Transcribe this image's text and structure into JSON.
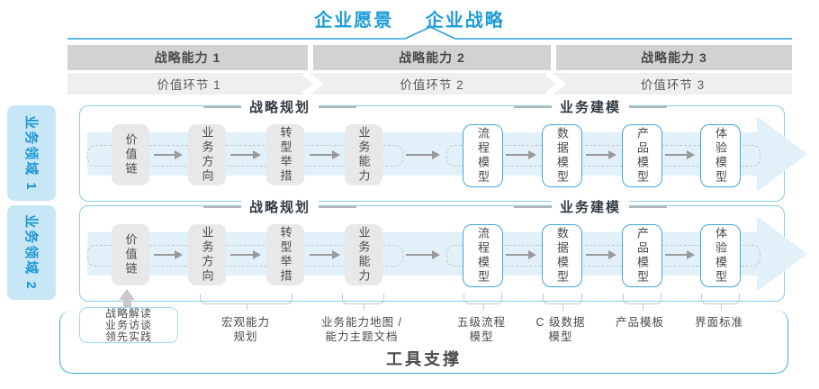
{
  "title": {
    "vision": "企业愿景",
    "strategy": "企业战略"
  },
  "top_bands": {
    "capabilities": [
      "战略能力 1",
      "战略能力 2",
      "战略能力 3"
    ],
    "value_links": [
      "价值环节 1",
      "价值环节 2",
      "价值环节 3"
    ]
  },
  "domains": [
    {
      "label": "业务领域 1"
    },
    {
      "label": "业务领域 2"
    }
  ],
  "panel": {
    "planning_header": "战略规划",
    "modeling_header": "业务建模",
    "planning_boxes": [
      "价值链",
      "业务方向",
      "转型举措",
      "业务能力"
    ],
    "modeling_boxes": [
      "流程模型",
      "数据模型",
      "产品模型",
      "体验模型"
    ]
  },
  "bottom": {
    "source_lines": [
      "战略解读",
      "业务访谈",
      "领先实践"
    ],
    "labels": [
      "宏观能力\n规划",
      "业务能力地图 /\n能力主题文档",
      "五级流程\n模型",
      "C 级数据\n模型",
      "产品模板",
      "界面标准"
    ]
  },
  "footer": {
    "label": "工具支撑"
  },
  "colors": {
    "accent_blue": "#1e9cd8",
    "panel_border": "#8ccbe8",
    "light_arrow_fill": "#e2f0f9",
    "band_dark": "#d2d2d2",
    "band_light": "#efefef",
    "box_gray": "#e8e8e8",
    "box_blue_border": "#41a9d5",
    "connector_gray": "#c9c9c9",
    "text_dark": "#4a4a4a"
  }
}
